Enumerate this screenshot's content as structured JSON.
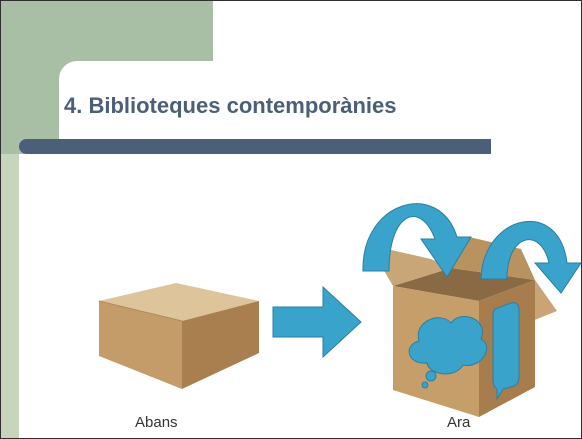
{
  "slide": {
    "title": "4. Biblioteques contemporànies",
    "captions": {
      "before": "Abans",
      "after": "Ara"
    },
    "colors": {
      "title_text": "#4b5f78",
      "title_bar": "#4b5f78",
      "sage_band": "#a8bfa5",
      "sage_strip": "#c8d5bd",
      "cardboard": "#c9a677",
      "accent_blue": "#3aa3cc"
    },
    "icons": [
      "closed-box-icon",
      "right-arrow-icon",
      "open-box-icon",
      "curved-arrow-icon",
      "thought-bubble-icon",
      "speech-bubble-icon"
    ]
  }
}
